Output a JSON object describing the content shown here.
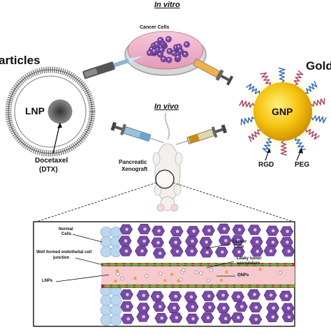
{
  "headings": {
    "left_cut": "articles",
    "right_cut": "Gold",
    "in_vitro": "In vitro",
    "in_vivo": "In vivo"
  },
  "labels": {
    "cancer_cells_dish": "Cancer Cells",
    "lnp": "LNP",
    "gnp": "GNP",
    "docetaxel": "Docetaxel",
    "dtx": "(DTX)",
    "rgd": "RGD",
    "peg": "PEG",
    "xenograft_line1": "Pancreatic",
    "xenograft_line2": "Xenograft"
  },
  "inset": {
    "normal_cells_1": "Normal",
    "normal_cells_2": "Cells",
    "junction_1": "Well formed endothelial cell",
    "junction_2": "junction",
    "lnps": "LNPs",
    "cancer_cells_1": "Cancer",
    "cancer_cells_2": "Cells",
    "leaky_1": "Leaky tumor",
    "leaky_2": "vasculature",
    "gnps": "GNPs"
  },
  "colors": {
    "dish_pink": "#e9a6c4",
    "cancer_purple": "#7a4aa8",
    "lnp_gray": "#8a8a8a",
    "gnp_gold": "#f4c20d",
    "glow": "#fff3a0",
    "peg_red": "#b0456e",
    "rgd_blue": "#3a6ec0",
    "vessel_pink": "#f6c9cf",
    "vessel_red": "#c81e2a",
    "normal_blue": "#bcd6ee",
    "syringe_blue": "#6ca4c9",
    "syringe_orange": "#f2a23a"
  }
}
